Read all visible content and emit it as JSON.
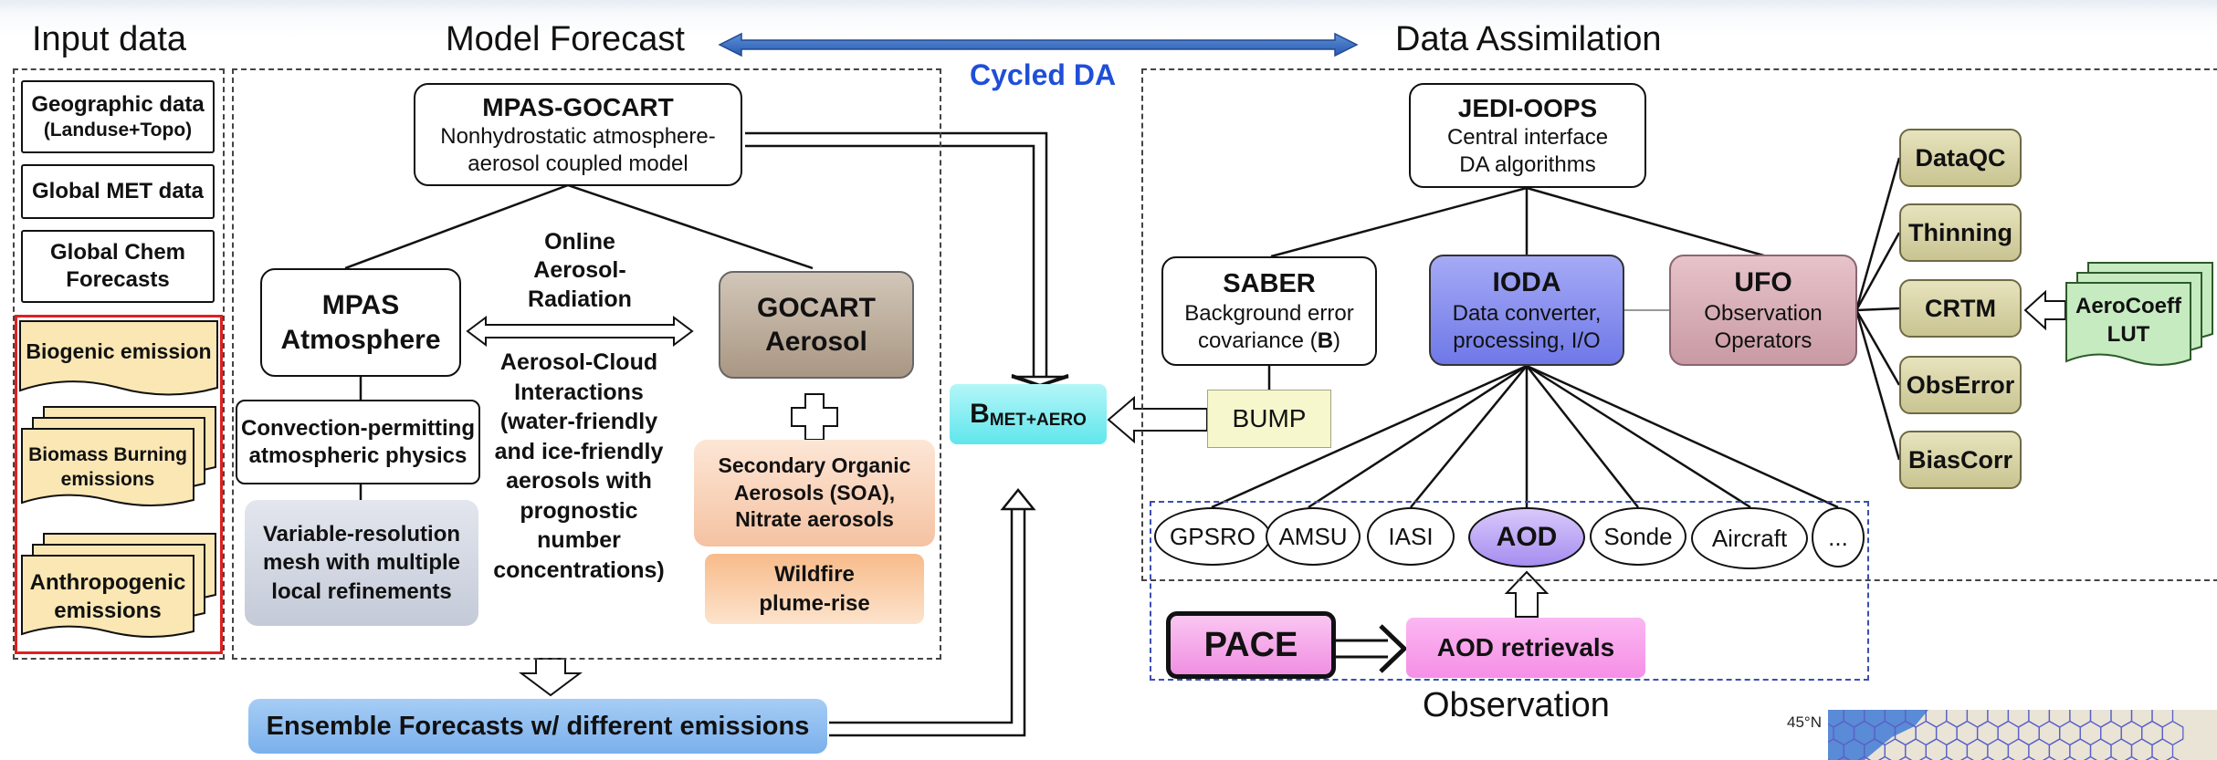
{
  "titles": {
    "input": "Input data",
    "model": "Model Forecast",
    "da": "Data Assimilation",
    "cycled": "Cycled DA",
    "observation": "Observation"
  },
  "input": {
    "geo_l1": "Geographic data",
    "geo_l2": "(Landuse+Topo)",
    "met": "Global MET data",
    "chem_l1": "Global Chem",
    "chem_l2": "Forecasts",
    "biogenic": "Biogenic emission",
    "biomass_l1": "Biomass Burning",
    "biomass_l2": "emissions",
    "anthro_l1": "Anthropogenic",
    "anthro_l2": "emissions"
  },
  "model": {
    "mpas_gocart_title": "MPAS-GOCART",
    "mpas_gocart_l1": "Nonhydrostatic atmosphere-",
    "mpas_gocart_l2": "aerosol coupled model",
    "mpas_l1": "MPAS",
    "mpas_l2": "Atmosphere",
    "gocart_l1": "GOCART",
    "gocart_l2": "Aerosol",
    "online_l1": "Online",
    "online_l2": "Aerosol-",
    "online_l3": "Radiation",
    "aci_l1": "Aerosol-Cloud",
    "aci_l2": "Interactions",
    "aci_l3": "(water-friendly",
    "aci_l4": "and ice-friendly",
    "aci_l5": "aerosols with",
    "aci_l6": "prognostic",
    "aci_l7": "number",
    "aci_l8": "concentrations)",
    "conv_l1": "Convection-permitting",
    "conv_l2": "atmospheric physics",
    "mesh_l1": "Variable-resolution",
    "mesh_l2": "mesh with multiple",
    "mesh_l3": "local refinements",
    "soa_l1": "Secondary Organic",
    "soa_l2": "Aerosols (SOA),",
    "soa_l3": "Nitrate aerosols",
    "wild_l1": "Wildfire",
    "wild_l2": "plume-rise",
    "ensemble": "Ensemble Forecasts w/ different emissions"
  },
  "da": {
    "b_main": "B",
    "b_sub": "MET+AERO",
    "jedi_title": "JEDI-OOPS",
    "jedi_l1": "Central interface",
    "jedi_l2": "DA algorithms",
    "saber_title": "SABER",
    "saber_l1": "Background error",
    "saber_l2a": "covariance (",
    "saber_l2b": "B",
    "saber_l2c": ")",
    "ioda_title": "IODA",
    "ioda_l1": "Data converter,",
    "ioda_l2": "processing, I/O",
    "ufo_title": "UFO",
    "ufo_l1": "Observation",
    "ufo_l2": "Operators",
    "bump": "BUMP",
    "qc": [
      "DataQC",
      "Thinning",
      "CRTM",
      "ObsError",
      "BiasCorr"
    ],
    "aerocoeff_l1": "AeroCoeff",
    "aerocoeff_l2": "LUT"
  },
  "obs": {
    "types": [
      "GPSRO",
      "AMSU",
      "IASI",
      "AOD",
      "Sonde",
      "Aircraft",
      "..."
    ],
    "pace": "PACE",
    "aod_retrievals": "AOD retrievals"
  },
  "map": {
    "lat_label": "45°N"
  },
  "colors": {
    "cycled": "#1f4fd8",
    "input_red": "#e02020",
    "emission_fill": "#fbe7b4",
    "ioda": "#7f86ee",
    "ufo": "#d4a3ad",
    "gocart": "#b9a895",
    "bmet": "#63e9ee",
    "pace": "#f59ce8",
    "aod_oval": "#bda6f3",
    "qc": "#d7d3a8"
  }
}
